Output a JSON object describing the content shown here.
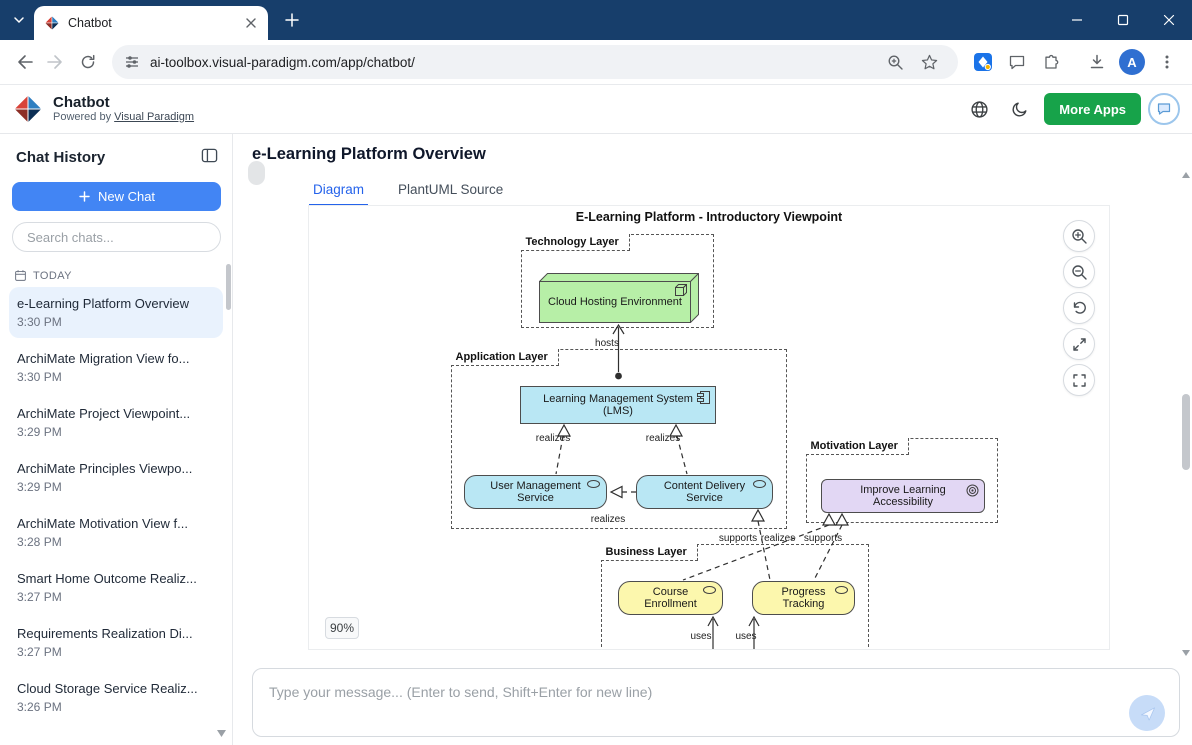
{
  "browser": {
    "tab_title": "Chatbot",
    "url": "ai-toolbox.visual-paradigm.com/app/chatbot/",
    "avatar_letter": "A"
  },
  "app_header": {
    "title": "Chatbot",
    "powered_by": "Powered by",
    "powered_by_link": "Visual Paradigm",
    "more_apps": "More Apps"
  },
  "sidebar": {
    "title": "Chat History",
    "new_chat": "New Chat",
    "search_placeholder": "Search chats...",
    "section": "TODAY",
    "chats": [
      {
        "title": "e-Learning Platform Overview",
        "time": "3:30 PM"
      },
      {
        "title": "ArchiMate Migration View fo...",
        "time": "3:30 PM"
      },
      {
        "title": "ArchiMate Project Viewpoint...",
        "time": "3:29 PM"
      },
      {
        "title": "ArchiMate Principles Viewpo...",
        "time": "3:29 PM"
      },
      {
        "title": "ArchiMate Motivation View f...",
        "time": "3:28 PM"
      },
      {
        "title": "Smart Home Outcome Realiz...",
        "time": "3:27 PM"
      },
      {
        "title": "Requirements Realization Di...",
        "time": "3:27 PM"
      },
      {
        "title": "Cloud Storage Service Realiz...",
        "time": "3:26 PM"
      }
    ]
  },
  "main": {
    "title": "e-Learning Platform Overview",
    "tab_diagram": "Diagram",
    "tab_source": "PlantUML Source",
    "zoom_badge": "90%"
  },
  "diagram": {
    "title": "E-Learning Platform - Introductory Viewpoint",
    "groups": {
      "technology": "Technology Layer",
      "application": "Application Layer",
      "motivation": "Motivation Layer",
      "business": "Business Layer"
    },
    "nodes": {
      "cloud": "Cloud Hosting Environment",
      "lms": "Learning Management System (LMS)",
      "user_mgmt": "User Management Service",
      "content_delivery": "Content Delivery Service",
      "accessibility": "Improve Learning Accessibility",
      "course": "Course Enrollment",
      "progress": "Progress Tracking"
    },
    "labels": {
      "hosts": "hosts",
      "realizes_l": "realizes",
      "realizes_r": "realizes",
      "realizes_mid": "realizes",
      "supports_1": "supports",
      "realizes_b": "realizes",
      "supports_2": "supports",
      "uses_1": "uses",
      "uses_2": "uses"
    }
  },
  "composer": {
    "placeholder": "Type your message... (Enter to send, Shift+Enter for new line)"
  },
  "colors": {
    "tab_bar": "#173e6b",
    "accent_blue": "#4285f4",
    "green_button": "#17a34a",
    "tech_node_fill": "#b7efa7",
    "app_fill": "#b9e7f4",
    "motivation_fill": "#e2d7f4",
    "business_fill": "#fcf7ad"
  }
}
